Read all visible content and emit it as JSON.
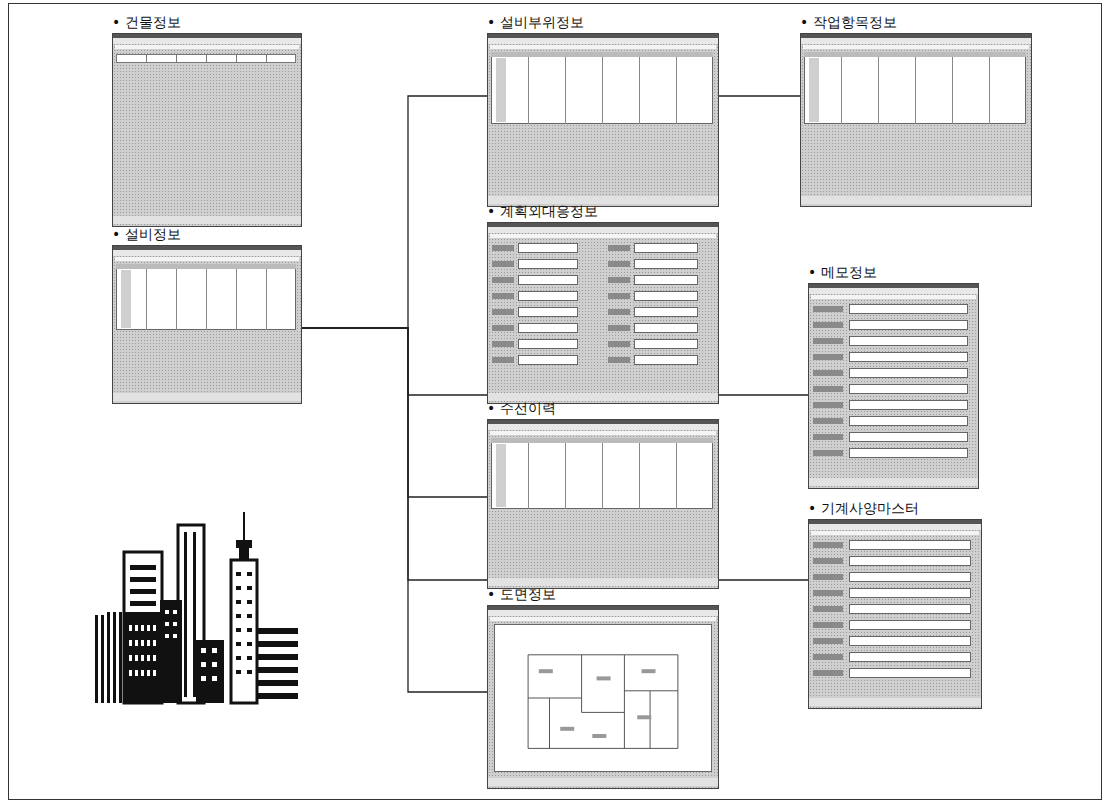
{
  "diagram": {
    "nodes": [
      {
        "text": [
          "• 건물정보"
        ]
      },
      {
        "text": [
          "• 설비정보"
        ]
      },
      {
        "text": [
          "• 설비부위정보"
        ]
      },
      {
        "text": [
          "• 작업항목정보"
        ]
      },
      {
        "text": [
          "• 계획외대응정보"
        ]
      },
      {
        "text": [
          "• 메모정보"
        ]
      },
      {
        "text": [
          "• 수선이력"
        ]
      },
      {
        "text": [
          "• 기계사양마스터"
        ]
      },
      {
        "text": [
          "• 도면정보"
        ]
      }
    ],
    "edges": [
      {
        "from": 1,
        "to": 2,
        "arrow": "none"
      },
      {
        "from": 1,
        "to": 5,
        "arrow": "none"
      },
      {
        "from": 1,
        "to": 6,
        "arrow": "none"
      },
      {
        "from": 1,
        "to": 7,
        "arrow": "none"
      },
      {
        "from": 1,
        "to": 8,
        "arrow": "none"
      },
      {
        "from": 2,
        "to": 3,
        "arrow": "none"
      }
    ]
  }
}
